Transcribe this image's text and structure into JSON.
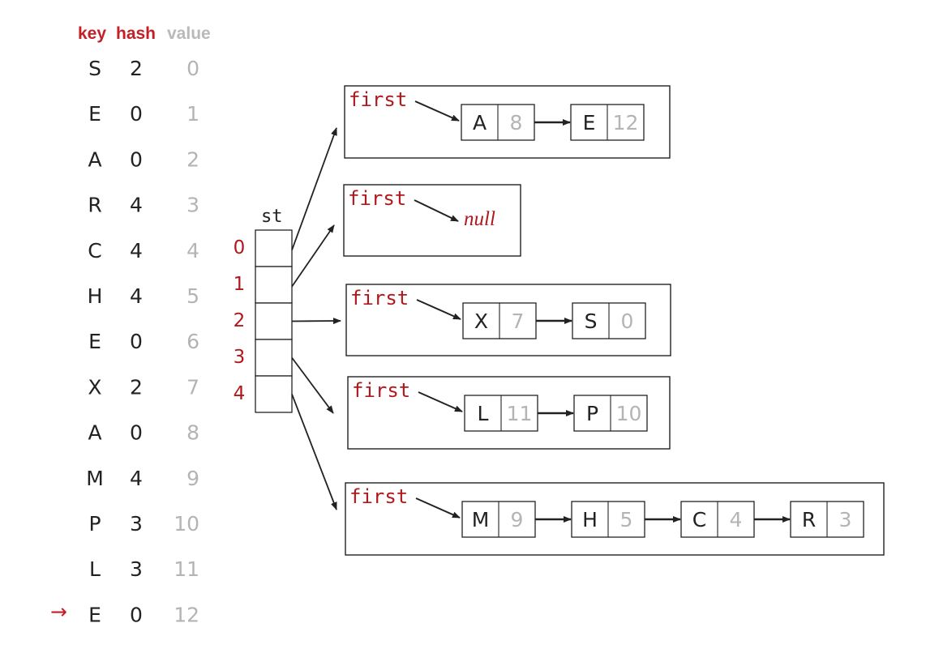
{
  "headers": {
    "key": "key",
    "hash": "hash",
    "value": "value"
  },
  "rows": [
    {
      "key": "S",
      "hash": "2",
      "value": "0"
    },
    {
      "key": "E",
      "hash": "0",
      "value": "1"
    },
    {
      "key": "A",
      "hash": "0",
      "value": "2"
    },
    {
      "key": "R",
      "hash": "4",
      "value": "3"
    },
    {
      "key": "C",
      "hash": "4",
      "value": "4"
    },
    {
      "key": "H",
      "hash": "4",
      "value": "5"
    },
    {
      "key": "E",
      "hash": "0",
      "value": "6"
    },
    {
      "key": "X",
      "hash": "2",
      "value": "7"
    },
    {
      "key": "A",
      "hash": "0",
      "value": "8"
    },
    {
      "key": "M",
      "hash": "4",
      "value": "9"
    },
    {
      "key": "P",
      "hash": "3",
      "value": "10"
    },
    {
      "key": "L",
      "hash": "3",
      "value": "11"
    },
    {
      "key": "E",
      "hash": "0",
      "value": "12"
    }
  ],
  "current_row_marker": "→",
  "current_row_index": 12,
  "array_label": "st",
  "array_indices": [
    "0",
    "1",
    "2",
    "3",
    "4"
  ],
  "first_label": "first",
  "null_label": "null",
  "chains": [
    {
      "index": "0",
      "nodes": [
        {
          "key": "A",
          "value": "8"
        },
        {
          "key": "E",
          "value": "12"
        }
      ]
    },
    {
      "index": "1",
      "nodes": []
    },
    {
      "index": "2",
      "nodes": [
        {
          "key": "X",
          "value": "7"
        },
        {
          "key": "S",
          "value": "0"
        }
      ]
    },
    {
      "index": "3",
      "nodes": [
        {
          "key": "L",
          "value": "11"
        },
        {
          "key": "P",
          "value": "10"
        }
      ]
    },
    {
      "index": "4",
      "nodes": [
        {
          "key": "M",
          "value": "9"
        },
        {
          "key": "H",
          "value": "5"
        },
        {
          "key": "C",
          "value": "4"
        },
        {
          "key": "R",
          "value": "3"
        }
      ]
    }
  ],
  "colors": {
    "accent_red": "#c41e26",
    "dark_red": "#b0181c",
    "text": "#222222",
    "muted": "#b4b4b4"
  }
}
